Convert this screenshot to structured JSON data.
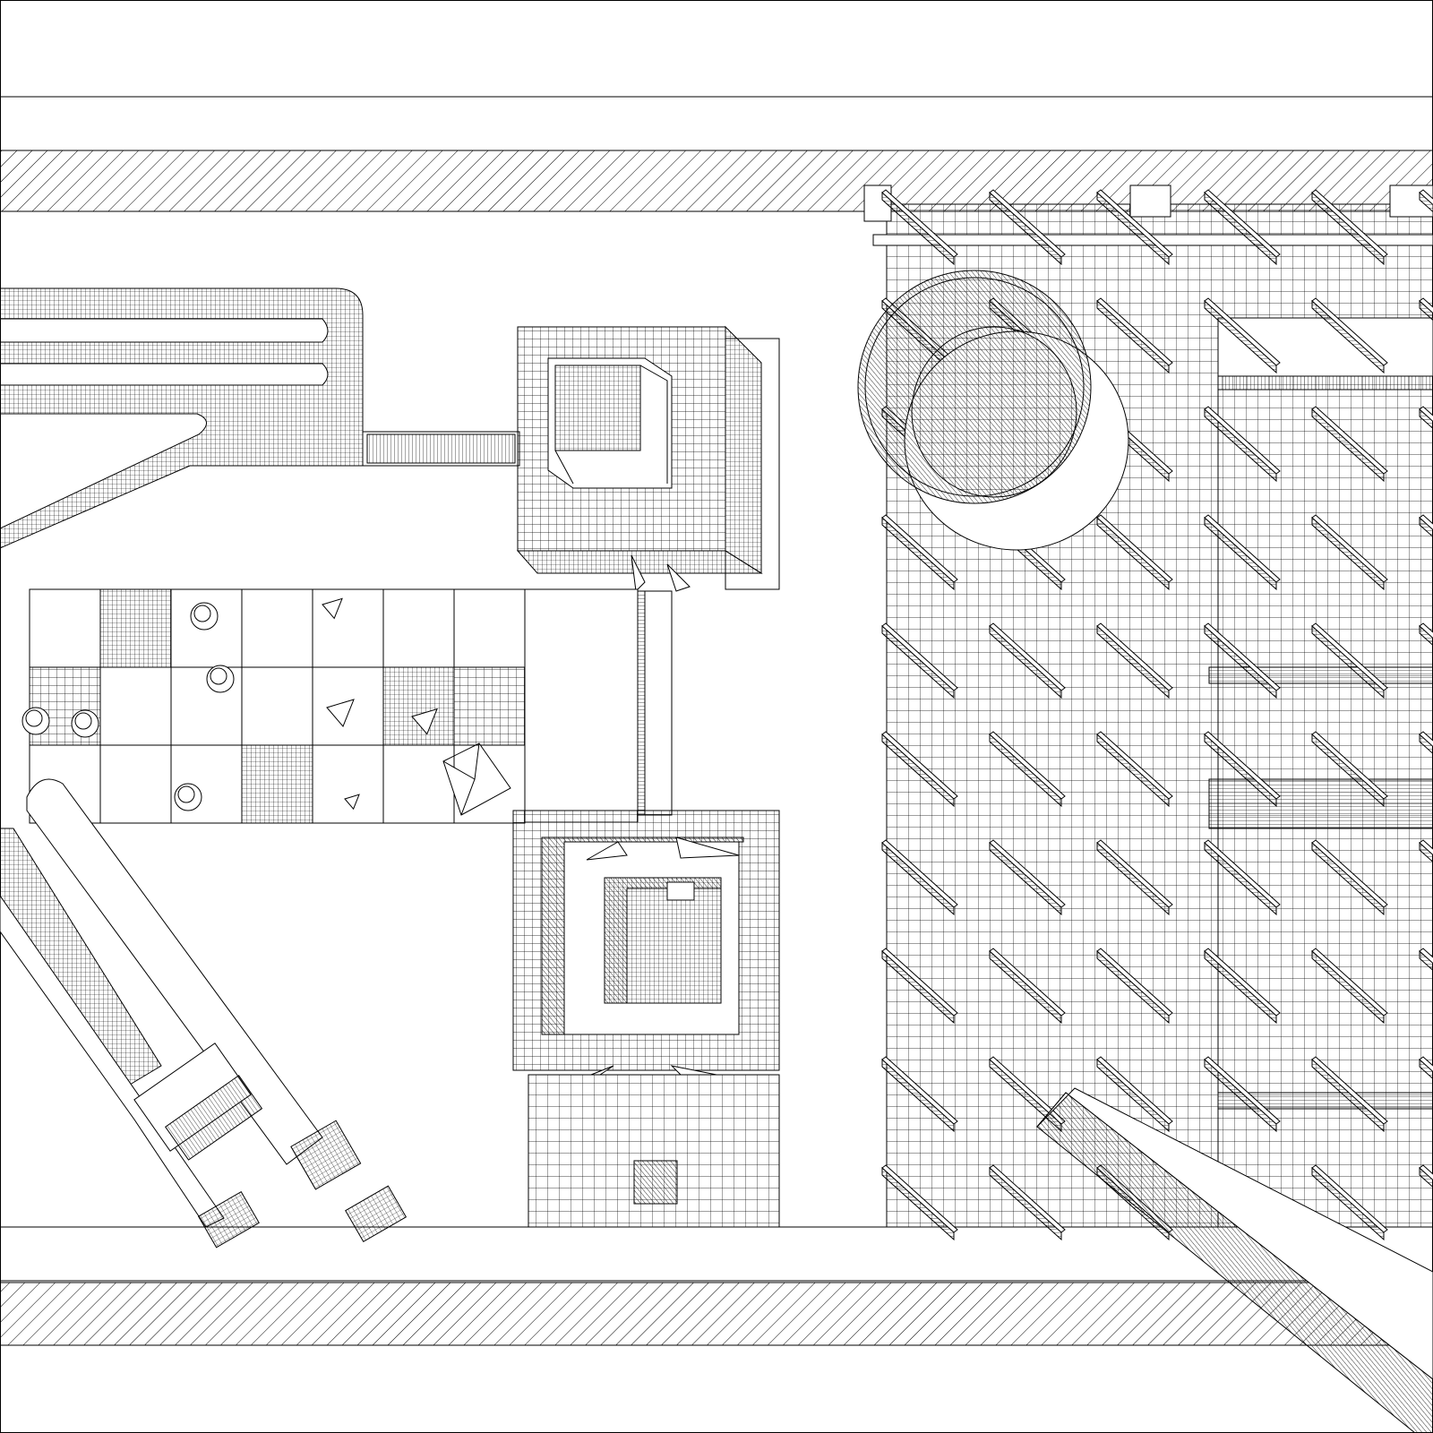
{
  "drawing": {
    "ink_color": "#000000",
    "paper_color": "#ffffff",
    "checkerboard": {
      "columns": 7,
      "rows": 3
    },
    "beam_grid": {
      "columns": 6,
      "rows": 10
    }
  }
}
